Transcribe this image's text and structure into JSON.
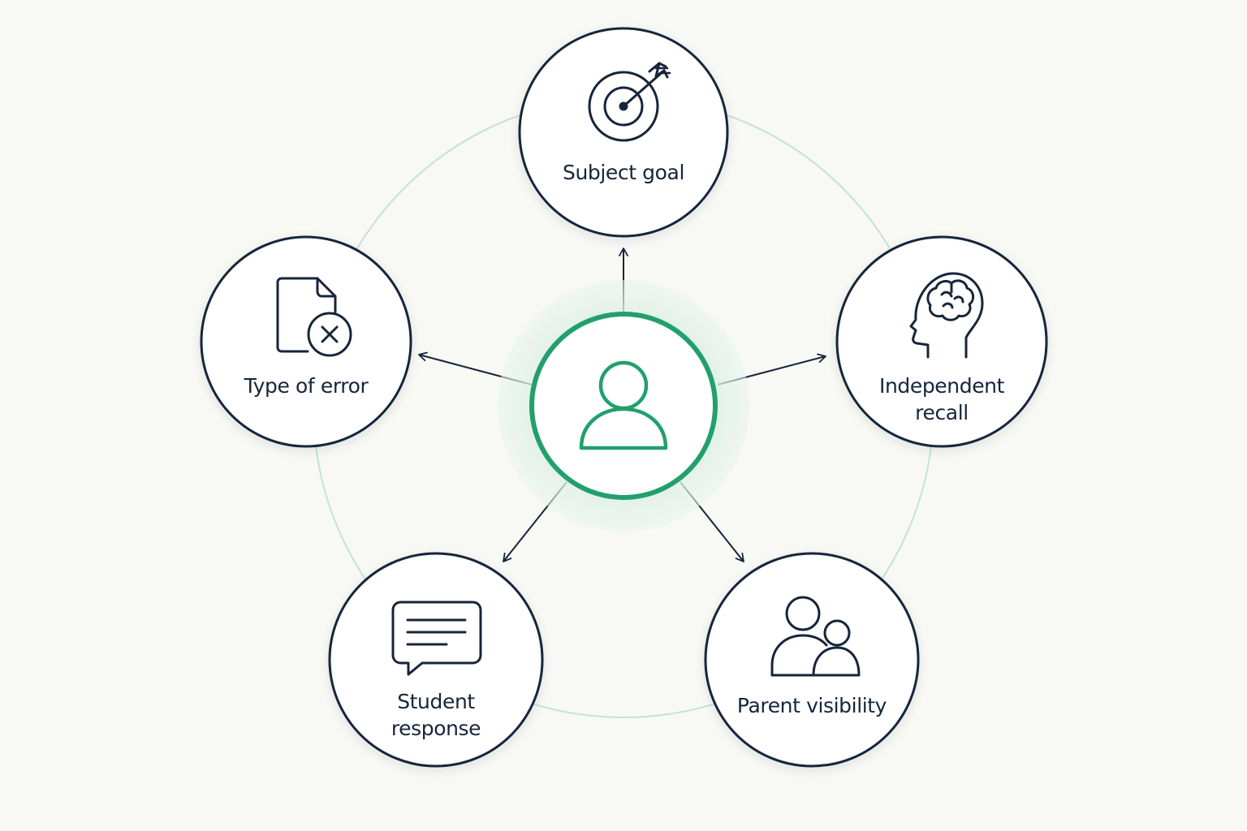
{
  "center": {
    "icon": "person-icon"
  },
  "nodes": [
    {
      "id": "subject-goal",
      "label_lines": [
        "Subject goal"
      ],
      "icon": "target-arrow-icon"
    },
    {
      "id": "independent-recall",
      "label_lines": [
        "Independent",
        "recall"
      ],
      "icon": "head-brain-icon"
    },
    {
      "id": "parent-visibility",
      "label_lines": [
        "Parent visibility"
      ],
      "icon": "two-people-icon"
    },
    {
      "id": "student-response",
      "label_lines": [
        "Student",
        "response"
      ],
      "icon": "chat-bubble-icon"
    },
    {
      "id": "type-of-error",
      "label_lines": [
        "Type of error"
      ],
      "icon": "document-x-icon"
    }
  ],
  "colors": {
    "background": "#f8f8f5",
    "outline": "#16253a",
    "accent": "#21a06c",
    "ring": "#c3e4d3",
    "glow": "#dcefe4"
  }
}
